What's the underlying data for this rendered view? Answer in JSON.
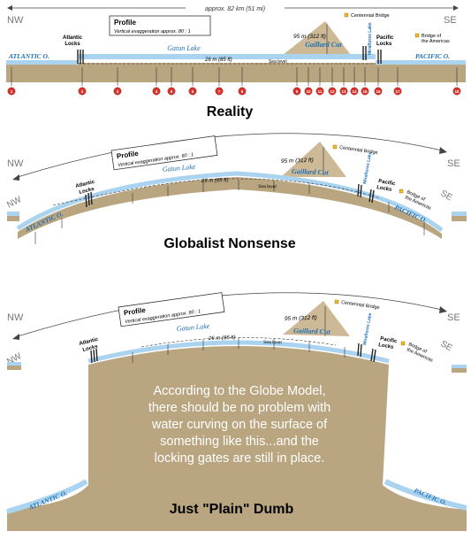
{
  "panel_top": {
    "distance": "approx. 82 km (51 mi)",
    "nw": "NW",
    "se": "SE",
    "profile_title": "Profile",
    "profile_sub": "Vertical exaggeration approx. 80 : 1",
    "centennial": "Centennial Bridge",
    "americas_1": "Bridge of",
    "americas_2": "the Americas",
    "atlantic_locks_1": "Atlantic",
    "atlantic_locks_2": "Locks",
    "gatun": "Gatun Lake",
    "height_95": "95 m (312 ft)",
    "gaillard": "Gaillard Cut",
    "miraflores": "Miraflores Lake",
    "pacific_locks_1": "Pacific",
    "pacific_locks_2": "Locks",
    "atlantic_ocean": "ATLANTIC O.",
    "pacific_ocean": "PACIFIC O.",
    "height_26": "26 m (85 ft)",
    "sea_level": "Sea level",
    "markers": [
      "1",
      "2",
      "3",
      "4",
      "5",
      "6",
      "7",
      "8",
      "9",
      "10",
      "11",
      "12",
      "13",
      "14",
      "15",
      "16",
      "17",
      "18"
    ],
    "caption": "Reality"
  },
  "panel_mid": {
    "nw": "NW",
    "nw2": "NW",
    "se": "SE",
    "se2": "SE",
    "profile_title": "Profile",
    "profile_sub": "Vertical exaggeration approx. 80 : 1",
    "centennial": "Centennial Bridge",
    "americas_1": "Bridge of",
    "americas_2": "the Americas",
    "atlantic_locks_1": "Atlantic",
    "atlantic_locks_2": "Locks",
    "gatun": "Gatun Lake",
    "height_95": "95 m (312 ft)",
    "gaillard": "Gaillard Cut",
    "miraflores": "Miraflores Lake",
    "pacific_locks_1": "Pacific",
    "pacific_locks_2": "Locks",
    "atlantic_ocean": "ATLANTIC O.",
    "pacific_ocean": "PACIFIC O.",
    "height_26": "26 m (85 ft)",
    "sea_level": "Sea level",
    "caption": "Globalist Nonsense"
  },
  "panel_bottom": {
    "nw": "NW",
    "nw2": "NW",
    "se": "SE",
    "se2": "SE",
    "profile_title": "Profile",
    "profile_sub": "Vertical exaggeration approx. 80 : 1",
    "centennial": "Centennial Bridge",
    "americas_1": "Bridge of",
    "americas_2": "the Americas",
    "atlantic_locks_1": "Atlantic",
    "atlantic_locks_2": "Locks",
    "gatun": "Gatun Lake",
    "height_95": "95 m (312 ft)",
    "gaillard": "Gaillard Cut",
    "miraflores": "Miraflores Lake",
    "pacific_locks_1": "Pacific",
    "pacific_locks_2": "Locks",
    "atlantic_ocean": "ATLANTIC O.",
    "pacific_ocean": "PACIFIC O.",
    "height_26": "26 m (85 ft)",
    "sea_level": "Sea level",
    "overlay_lines": [
      "According to the Globe Model,",
      "there should be no problem with",
      "water curving on the surface of",
      "something like this...and the",
      "locking gates are still in place."
    ],
    "caption": "Just \"Plain\" Dumb"
  },
  "colors": {
    "ground": "#b9a57f",
    "ground_dark": "#a08c66",
    "water": "#a9d3ef",
    "text_blue": "#1e6fb3",
    "marker_red": "#d9332a",
    "bridge_yellow": "#f2b927"
  }
}
